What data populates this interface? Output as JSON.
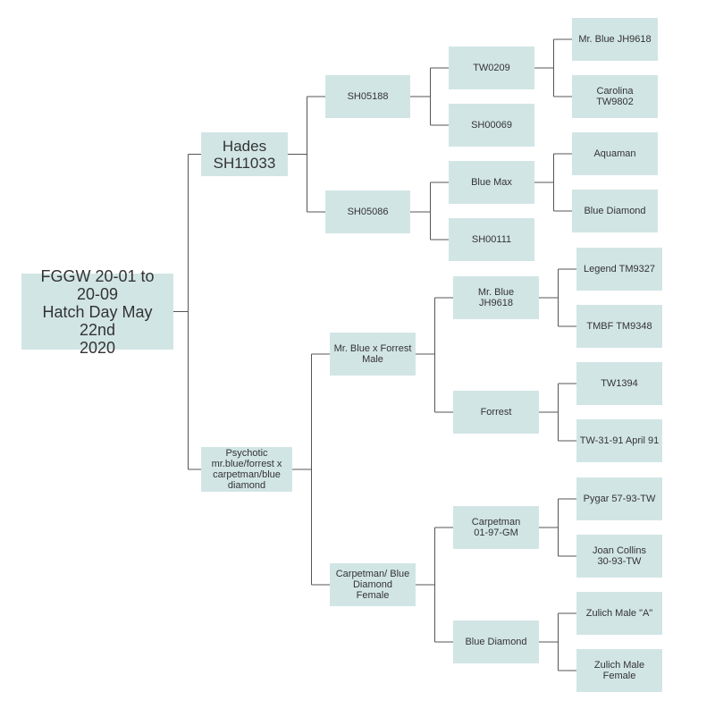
{
  "pedigree": {
    "root": "FGGW 20-01 to\n20-09\nHatch Day May 22nd\n2020",
    "sire": {
      "name": "Hades\nSH11033",
      "sire": {
        "name": "SH05188",
        "sire": {
          "name": "TW0209",
          "sire": "Mr. Blue JH9618",
          "dam": "Carolina\nTW9802"
        },
        "dam": {
          "name": "SH00069"
        }
      },
      "dam": {
        "name": "SH05086",
        "sire": {
          "name": "Blue Max",
          "sire": "Aquaman",
          "dam": "Blue Diamond"
        },
        "dam": {
          "name": "SH00111"
        }
      }
    },
    "dam": {
      "name": "Psychotic\nmr.blue/forrest x\ncarpetman/blue\ndiamond",
      "sire": {
        "name": "Mr. Blue x Forrest\nMale",
        "sire": {
          "name": "Mr. Blue\nJH9618",
          "sire": "Legend TM9327",
          "dam": "TMBF TM9348"
        },
        "dam": {
          "name": "Forrest",
          "sire": "TW1394",
          "dam": "TW-31-91 April 91"
        }
      },
      "dam": {
        "name": "Carpetman/ Blue\nDiamond\nFemale",
        "sire": {
          "name": "Carpetman\n01-97-GM",
          "sire": "Pygar 57-93-TW",
          "dam": "Joan Collins\n30-93-TW"
        },
        "dam": {
          "name": "Blue Diamond",
          "sire": "Zulich Male \"A\"",
          "dam": "Zulich Male Female"
        }
      }
    }
  },
  "colors": {
    "node_fill": "#d2e5e5",
    "connector": "#555555",
    "text": "#333333"
  }
}
